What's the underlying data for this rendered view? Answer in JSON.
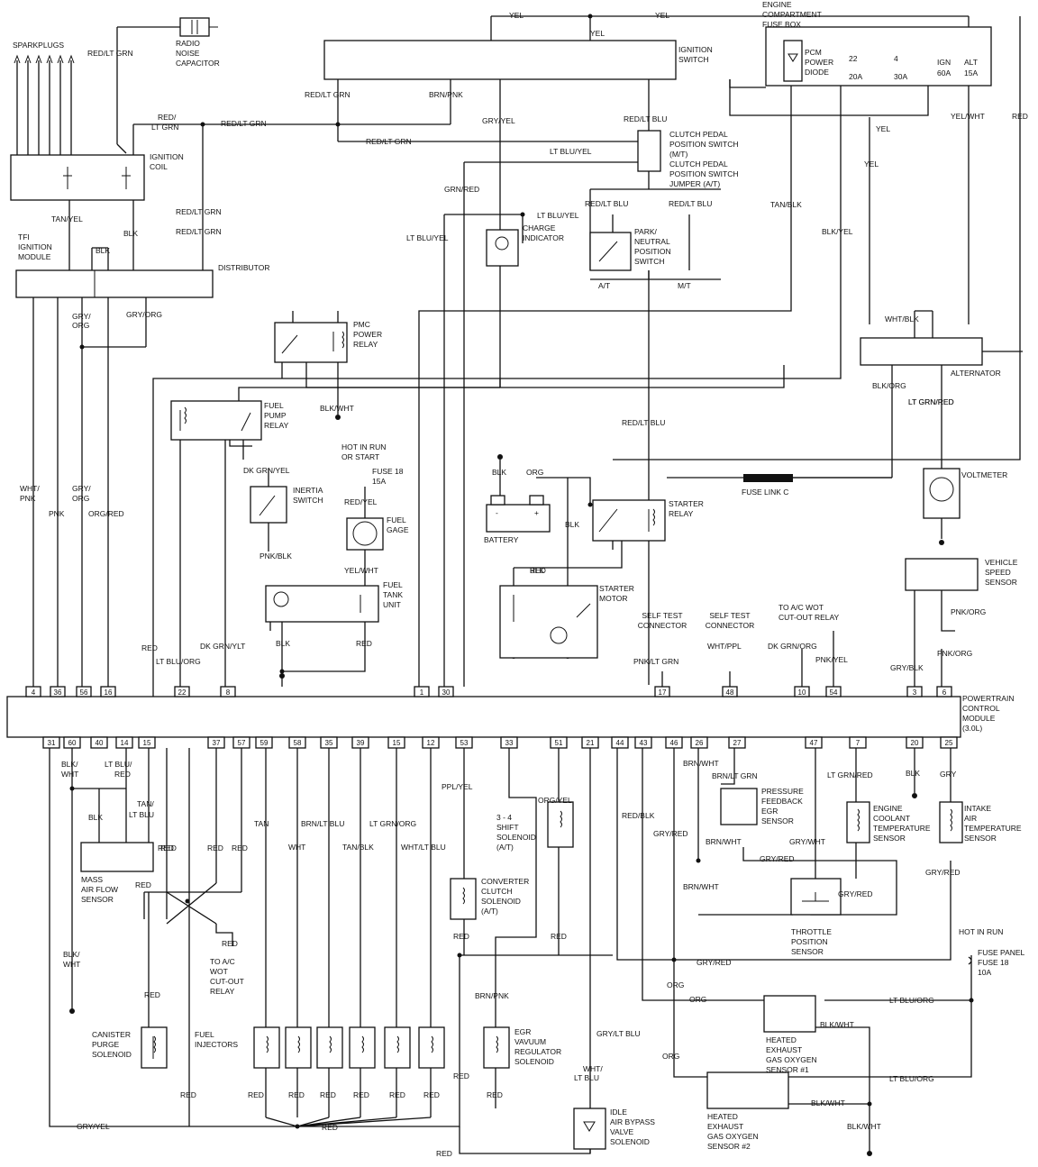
{
  "components": {
    "sparkplugs": "SPARKPLUGS",
    "radio_cap": [
      "RADIO",
      "NOISE",
      "CAPACITOR"
    ],
    "ignition_coil": [
      "IGNITION",
      "COIL"
    ],
    "tfi": [
      "TFI",
      "IGNITION",
      "MODULE"
    ],
    "distributor": "DISTRIBUTOR",
    "ignition_switch": [
      "IGNITION",
      "SWITCH"
    ],
    "fuse_box": [
      "ENGINE",
      "COMPARTMENT",
      "FUSE BOX"
    ],
    "pcm_diode": [
      "PCM",
      "POWER",
      "DIODE"
    ],
    "clutch_switch": [
      "CLUTCH PEDAL",
      "POSITION SWITCH",
      "(M/T)",
      "CLUTCH PEDAL",
      "POSITION SWITCH",
      "JUMPER (A/T)"
    ],
    "charge_indicator": [
      "CHARGE",
      "INDICATOR"
    ],
    "park_neutral": [
      "PARK/",
      "NEUTRAL",
      "POSITION",
      "SWITCH"
    ],
    "pmc_relay": [
      "PMC",
      "POWER",
      "RELAY"
    ],
    "alternator": "ALTERNATOR",
    "fuel_pump_relay": [
      "FUEL",
      "PUMP",
      "RELAY"
    ],
    "hot_run": [
      "HOT IN RUN",
      "OR START"
    ],
    "fuse18": [
      "FUSE 18",
      "15A"
    ],
    "inertia": [
      "INERTIA",
      "SWITCH"
    ],
    "fuel_gage": [
      "FUEL",
      "GAGE"
    ],
    "fuel_tank": [
      "FUEL",
      "TANK",
      "UNIT"
    ],
    "battery": "BATTERY",
    "starter_relay": [
      "STARTER",
      "RELAY"
    ],
    "fuse_link": "FUSE LINK C",
    "voltmeter": "VOLTMETER",
    "starter_motor": [
      "STARTER",
      "MOTOR"
    ],
    "vss": [
      "VEHICLE",
      "SPEED",
      "SENSOR"
    ],
    "self_test1": [
      "SELF TEST",
      "CONNECTOR"
    ],
    "self_test2": [
      "SELF TEST",
      "CONNECTOR"
    ],
    "ac_wot": [
      "TO A/C WOT",
      "CUT-OUT RELAY"
    ],
    "pcm": [
      "POWERTRAIN",
      "CONTROL",
      "MODULE",
      "(3.0L)"
    ],
    "maf": [
      "MASS",
      "AIR FLOW",
      "SENSOR"
    ],
    "ac_wot2": [
      "TO A/C",
      "WOT",
      "CUT-OUT",
      "RELAY"
    ],
    "canister": [
      "CANISTER",
      "PURGE",
      "SOLENOID"
    ],
    "injectors": [
      "FUEL",
      "INJECTORS"
    ],
    "shift_sol": [
      "3 - 4",
      "SHIFT",
      "SOLENOID",
      "(A/T)"
    ],
    "conv_clutch": [
      "CONVERTER",
      "CLUTCH",
      "SOLENOID",
      "(A/T)"
    ],
    "egr_vac": [
      "EGR",
      "VAVUUM",
      "REGULATOR",
      "SOLENOID"
    ],
    "idle_air": [
      "IDLE",
      "AIR BYPASS",
      "VALVE",
      "SOLENOID"
    ],
    "pfe": [
      "PRESSURE",
      "FEEDBACK",
      "EGR",
      "SENSOR"
    ],
    "ect": [
      "ENGINE",
      "COOLANT",
      "TEMPERATURE",
      "SENSOR"
    ],
    "iat": [
      "INTAKE",
      "AIR",
      "TEMPERATURE",
      "SENSOR"
    ],
    "tps": [
      "THROTTLE",
      "POSITION",
      "SENSOR"
    ],
    "hot_run2": "HOT IN RUN",
    "fuse_panel": [
      "FUSE PANEL",
      "FUSE 18",
      "10A"
    ],
    "ho2s1": [
      "HEATED",
      "EXHAUST",
      "GAS OXYGEN",
      "SENSOR #1"
    ],
    "ho2s2": [
      "HEATED",
      "EXHAUST",
      "GAS OXYGEN",
      "SENSOR #2"
    ],
    "fuse_labels": [
      "22",
      "20A",
      "4",
      "30A",
      "IGN",
      "60A",
      "ALT",
      "15A"
    ],
    "battery_terms": [
      "-",
      "+"
    ],
    "at": "A/T",
    "mt": "M/T"
  },
  "pins_top": [
    "4",
    "36",
    "56",
    "16",
    "22",
    "8",
    "1",
    "30",
    "17",
    "48",
    "10",
    "54",
    "3",
    "6"
  ],
  "pins_bottom": [
    "31",
    "60",
    "40",
    "14",
    "15",
    "37",
    "57",
    "59",
    "58",
    "35",
    "39",
    "15",
    "12",
    "53",
    "33",
    "51",
    "21",
    "44",
    "43",
    "46",
    "26",
    "27",
    "47",
    "7",
    "20",
    "25"
  ],
  "wires": [
    "YEL",
    "YEL",
    "YEL",
    "RED/LT GRN",
    "RED/LT GRN",
    "RED/LT GRN",
    "BRN/PNK",
    "RED/",
    "LT GRN",
    "RED/LT GRN",
    "GRY/YEL",
    "RED/LT BLU",
    "RED/LT GRN",
    "LT BLU/YEL",
    "GRN/RED",
    "LT BLU/YEL",
    "RED/LT BLU",
    "RED/LT BLU",
    "LT BLU/YEL",
    "TAN/YEL",
    "BLK",
    "BLK",
    "RED/LT GRN",
    "TAN/BLK",
    "BLK/YEL",
    "YEL",
    "YEL",
    "YEL/WHT",
    "RED",
    "GRY/",
    "ORG",
    "GRY/ORG",
    "WHT/BLK",
    "LT GRN/RED",
    "BLK/WHT",
    "BLK/ORG",
    "LT GRN/RED",
    "RED/LT BLU",
    "DK GRN/YEL",
    "RED/YEL",
    "YEL/WHT",
    "PNK/BLK",
    "BLK",
    "ORG",
    "BLK",
    "RED",
    "RED",
    "BLK",
    "BLK",
    "WHT/",
    "PNK",
    "PNK",
    "GRY/",
    "ORG",
    "ORG/RED",
    "RED",
    "LT BLU/ORG",
    "DK GRN/YLT",
    "PNK/LT GRN",
    "WHT/PPL",
    "DK GRN/ORG",
    "PNK/YEL",
    "PNK/ORG",
    "PNK/ORG",
    "GRY/BLK",
    "BLK/",
    "WHT",
    "LT BLU/",
    "RED",
    "BLK",
    "TAN/",
    "LT BLU",
    "RED",
    "RED",
    "RED",
    "RED",
    "TAN",
    "WHT",
    "BRN/LT BLU",
    "TAN/BLK",
    "LT GRN/ORG",
    "WHT/LT BLU",
    "PPL/YEL",
    "ORG/YEL",
    "RED/BLK",
    "GRY/RED",
    "BRN/WHT",
    "BRN/LT GRN",
    "BRN/WHT",
    "BRN/WHT",
    "GRY/WHT",
    "GRY/RED",
    "GRY/RED",
    "LT GRN/RED",
    "BLK",
    "GRY",
    "GRY/RED",
    "RED",
    "BLK/",
    "WHT",
    "RED",
    "RED",
    "RED",
    "RED",
    "GRY/RED",
    "ORG",
    "ORG",
    "LT BLU/ORG",
    "BLK/WHT",
    "ORG",
    "LT BLU/ORG",
    "BLK/WHT",
    "BLK/WHT",
    "RED",
    "BRN/PNK",
    "GRY/LT BLU",
    "WHT/",
    "LT BLU",
    "RED",
    "RED",
    "RED",
    "RED",
    "RED",
    "RED",
    "RED",
    "RED",
    "RED",
    "GRY/YEL",
    "RED"
  ]
}
